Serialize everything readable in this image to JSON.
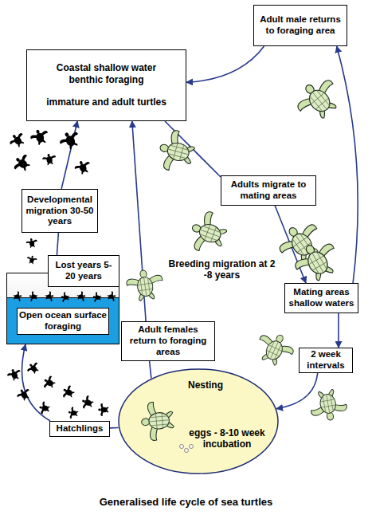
{
  "diagram": {
    "caption": "Generalised life cycle of sea turtles",
    "nodes": [
      {
        "text": [
          "Adult male returns to foraging area"
        ]
      },
      {
        "text": [
          "Coastal shallow water benthic foraging",
          "immature and adult turtles"
        ]
      },
      {
        "text": [
          "Adults migrate to mating areas"
        ]
      },
      {
        "text": [
          "Developmental migration 30-50 years"
        ]
      },
      {
        "text": [
          "Lost years 5-20 years"
        ]
      },
      {
        "text": [
          "Mating areas shallow waters"
        ]
      },
      {
        "text": [
          "Open ocean surface foraging"
        ]
      },
      {
        "text": [
          "2 week intervals"
        ]
      },
      {
        "text": [
          "Adult females return to foraging areas"
        ]
      },
      {
        "text": [
          "Nesting",
          "eggs - 8-10 week incubation"
        ]
      },
      {
        "text": [
          "Hatchlings"
        ]
      }
    ],
    "edges": [
      {
        "from": 3,
        "to": 1,
        "arrow": "to"
      },
      {
        "from": 0,
        "to": 1,
        "arrow": "to"
      },
      {
        "from": 5,
        "to": 0,
        "arrow": "to"
      },
      {
        "from": 1,
        "to": 2,
        "arrow": "none"
      },
      {
        "from": 2,
        "to": 5,
        "arrow": "to"
      },
      {
        "from": 5,
        "to": 7,
        "arrow": "to"
      },
      {
        "from": 7,
        "to": 9,
        "arrow": "to"
      },
      {
        "from": 9,
        "to": 8,
        "arrow": "none"
      },
      {
        "from": 8,
        "to": 1,
        "arrow": "to"
      },
      {
        "from": 9,
        "to": 10,
        "arrow": "none"
      },
      {
        "from": 10,
        "to": 6,
        "arrow": "to"
      },
      {
        "from": 4,
        "to": 3,
        "arrow": "none"
      }
    ],
    "labels": [
      "Breeding migration at 2 -8 years"
    ]
  }
}
